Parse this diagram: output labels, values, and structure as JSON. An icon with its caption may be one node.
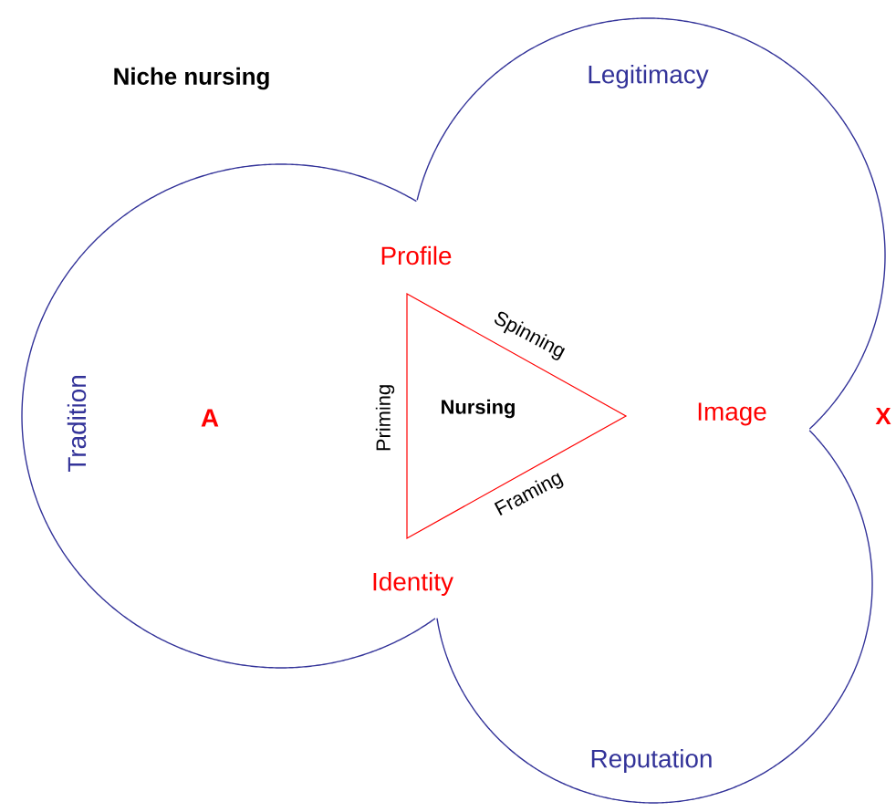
{
  "diagram": {
    "title": "Niche nursing",
    "nodes": [
      {
        "text": [
          "Legitimacy"
        ]
      },
      {
        "text": [
          "Tradition"
        ]
      },
      {
        "text": [
          "Nursing"
        ]
      },
      {
        "text": [
          "Reputation"
        ]
      }
    ],
    "labels": [
      "Profile",
      "Spinning",
      "A",
      "Priming",
      "Image",
      "X",
      "Framing",
      "Identity"
    ]
  }
}
